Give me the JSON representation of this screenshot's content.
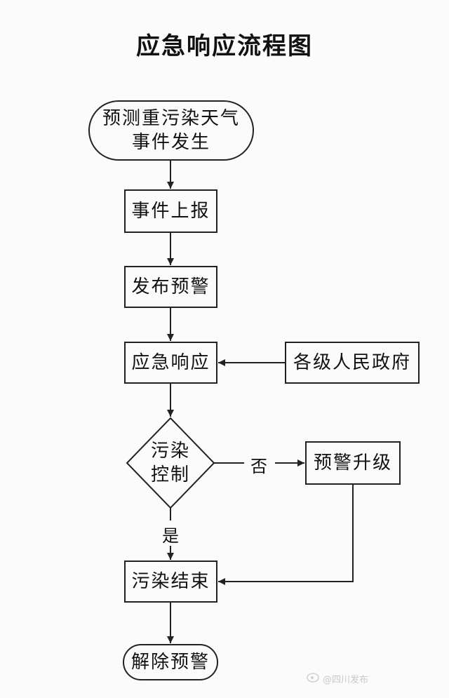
{
  "title": "应急响应流程图",
  "nodes": {
    "start_line1": "预测重污染天气",
    "start_line2": "事件发生",
    "report": "事件上报",
    "warning": "发布预警",
    "response": "应急响应",
    "government": "各级人民政府",
    "control_line1": "污染",
    "control_line2": "控制",
    "upgrade": "预警升级",
    "end_pollution": "污染结束",
    "release": "解除预警"
  },
  "edges": {
    "no_label": "否",
    "yes_label": "是"
  },
  "watermark": "@四川发布"
}
